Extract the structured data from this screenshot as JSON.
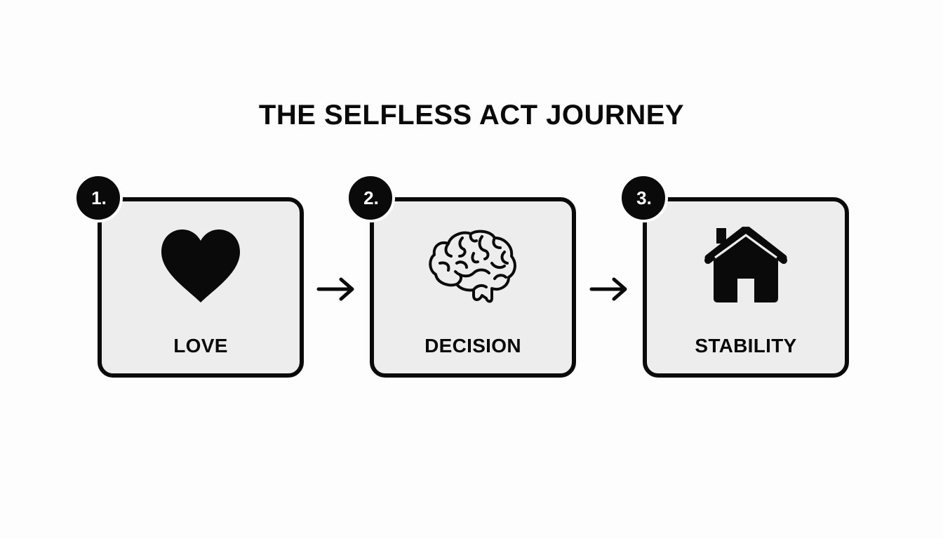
{
  "title": "THE SELFLESS ACT JOURNEY",
  "steps": [
    {
      "number": "1.",
      "label": "LOVE",
      "icon": "heart-icon"
    },
    {
      "number": "2.",
      "label": "DECISION",
      "icon": "brain-icon"
    },
    {
      "number": "3.",
      "label": "STABILITY",
      "icon": "house-icon"
    }
  ],
  "connectors": [
    {
      "from": "1.",
      "to": "2.",
      "icon": "arrow-right-icon"
    },
    {
      "from": "2.",
      "to": "3.",
      "icon": "arrow-right-icon"
    }
  ],
  "colors": {
    "background": "#fdfdfd",
    "card_fill": "#ededed",
    "ink": "#0a0a0a"
  }
}
